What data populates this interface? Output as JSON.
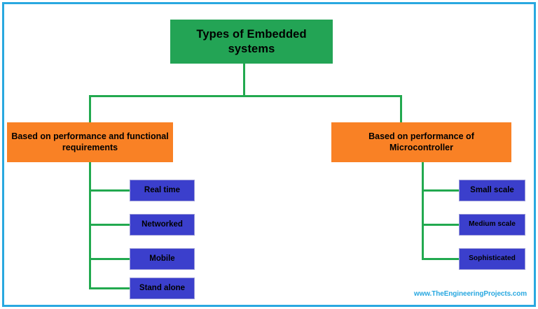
{
  "diagram": {
    "title_node": {
      "label": "Types of Embedded systems",
      "color": "#23a455"
    },
    "categories": [
      {
        "id": "performance-functional",
        "label": "Based on performance and functional requirements",
        "color": "#f98125",
        "children": [
          {
            "id": "real-time",
            "label": "Real time"
          },
          {
            "id": "networked",
            "label": "Networked"
          },
          {
            "id": "mobile",
            "label": "Mobile"
          },
          {
            "id": "stand-alone",
            "label": "Stand alone"
          }
        ]
      },
      {
        "id": "performance-microcontroller",
        "label": "Based on performance of Microcontroller",
        "color": "#f98125",
        "children": [
          {
            "id": "small-scale",
            "label": "Small scale"
          },
          {
            "id": "medium-scale",
            "label": "Medium scale"
          },
          {
            "id": "sophisticated",
            "label": "Sophisticated"
          }
        ]
      }
    ],
    "leaf_color": "#3b3fcc",
    "connector_color": "#22a94f",
    "border_color": "#29a8e0"
  },
  "footer": {
    "url": "www.TheEngineeringProjects.com"
  }
}
